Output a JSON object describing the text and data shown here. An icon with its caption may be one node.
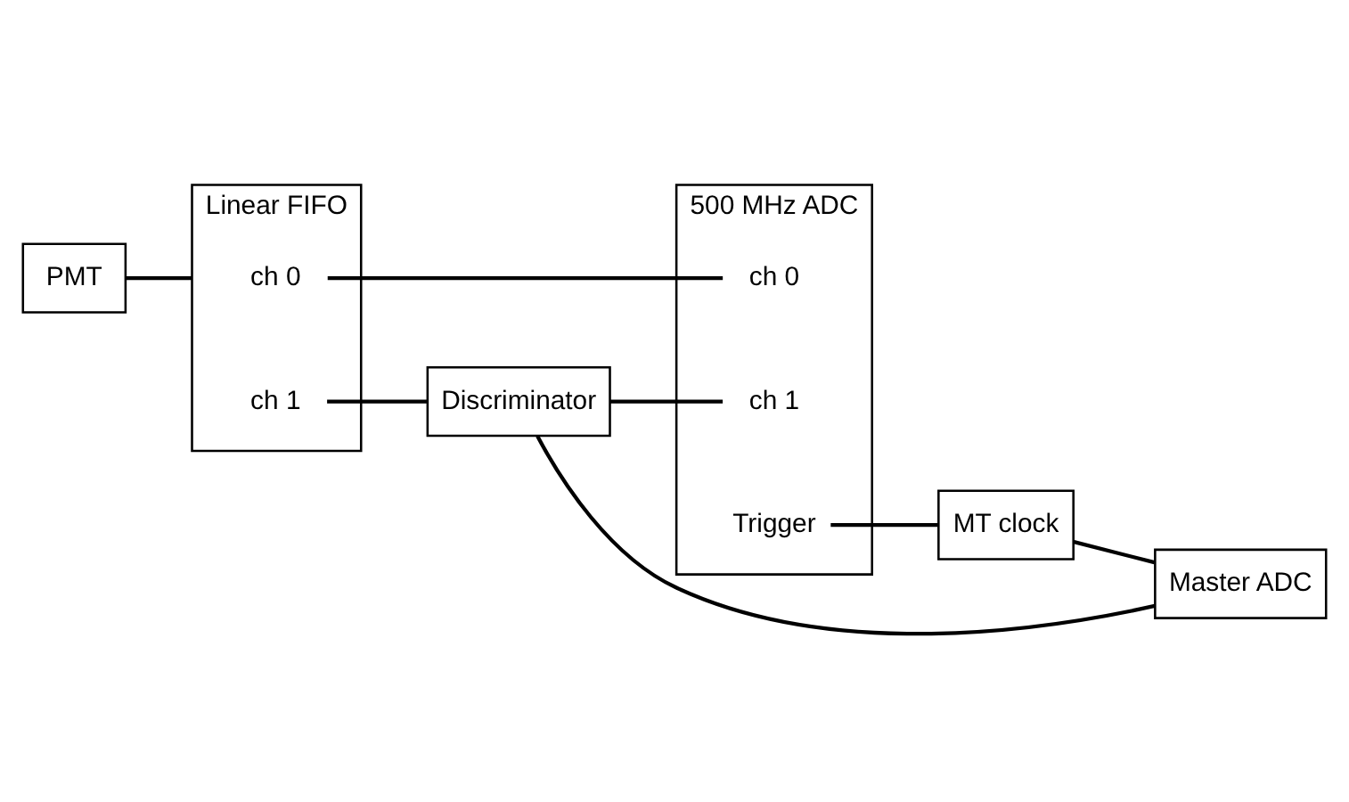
{
  "diagram": {
    "nodes": [
      {
        "text": [
          "Linear FIFO"
        ]
      },
      {
        "text": [
          "ch 0"
        ],
        "in": 0
      },
      {
        "text": [
          "ch 1"
        ],
        "in": 0
      },
      {
        "text": [
          "500 MHz ADC"
        ]
      },
      {
        "text": [
          "ch 0"
        ],
        "in": 3
      },
      {
        "text": [
          "ch 1"
        ],
        "in": 3
      },
      {
        "text": [
          "Trigger"
        ],
        "in": 3
      },
      {
        "text": [
          "PMT"
        ]
      },
      {
        "text": [
          "Discriminator"
        ]
      },
      {
        "text": [
          "MT clock"
        ]
      },
      {
        "text": [
          "Master ADC"
        ]
      }
    ],
    "edges": [
      {
        "from": 7,
        "to": 0,
        "arrow": "none"
      },
      {
        "from": 1,
        "to": 4,
        "arrow": "none"
      },
      {
        "from": 2,
        "to": 8,
        "arrow": "none"
      },
      {
        "from": 8,
        "to": 5,
        "arrow": "none"
      },
      {
        "from": 8,
        "to": 10,
        "arrow": "none"
      },
      {
        "from": 6,
        "to": 9,
        "arrow": "none"
      },
      {
        "from": 9,
        "to": 10,
        "arrow": "none"
      }
    ]
  }
}
